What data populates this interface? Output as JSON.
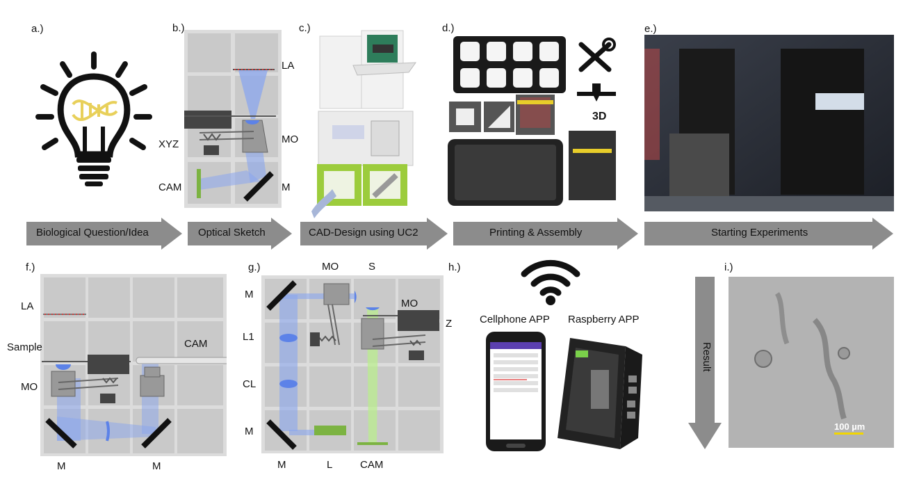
{
  "panel_labels": {
    "a": "a.)",
    "b": "b.)",
    "c": "c.)",
    "d": "d.)",
    "e": "e.)",
    "f": "f.)",
    "g": "g.)",
    "h": "h.)",
    "i": "i.)"
  },
  "workflow": [
    "Biological Question/Idea",
    "Optical Sketch",
    "CAD-Design using UC2",
    "Printing & Assembly",
    "Starting Experiments"
  ],
  "panel_b": {
    "la": "LA",
    "xyz": "XYZ",
    "mo": "MO",
    "cam": "CAM",
    "m": "M"
  },
  "panel_d": {
    "icon_3d": "3D"
  },
  "panel_f": {
    "la": "LA",
    "sample": "Sample",
    "mo": "MO",
    "cam": "CAM",
    "m1": "M",
    "m2": "M"
  },
  "panel_g": {
    "mo_top": "MO",
    "s": "S",
    "mo_right": "MO",
    "z": "Z",
    "m_top": "M",
    "l1": "L1",
    "cl": "CL",
    "m_bottom": "M",
    "m_below": "M",
    "l": "L",
    "cam": "CAM"
  },
  "panel_h": {
    "phone": "Cellphone APP",
    "raspberry": "Raspberry APP"
  },
  "panel_i": {
    "result": "Result",
    "scale": "100 µm"
  },
  "colors": {
    "arrow": "#8c8c8c",
    "beam": "#6e8fe0",
    "green": "#8bc34a",
    "frame": "#dcdcdc",
    "cube": "#c9c9c9",
    "scale": "#f2d600"
  }
}
